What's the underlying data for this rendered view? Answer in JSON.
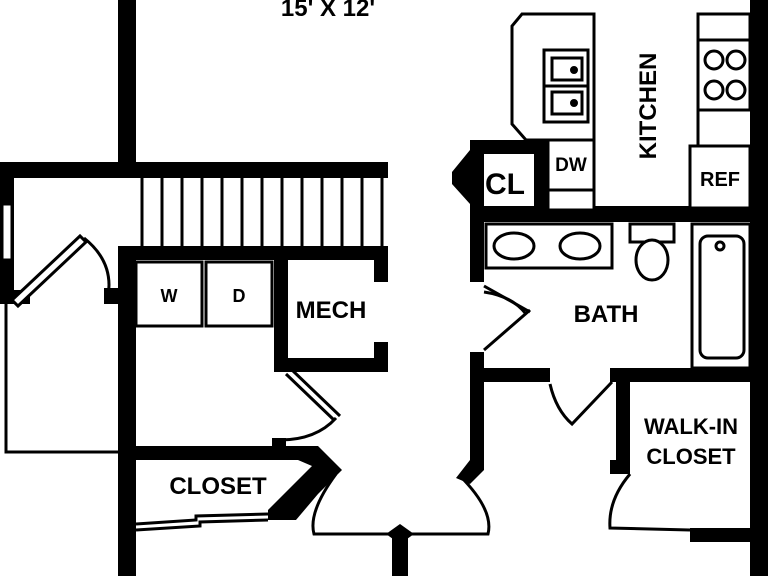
{
  "labels": {
    "room_dimension": "15' X 12'",
    "kitchen": "KITCHEN",
    "dishwasher": "DW",
    "refrigerator": "REF",
    "closet_small": "CL",
    "washer": "W",
    "dryer": "D",
    "mech": "MECH",
    "bath": "BATH",
    "walkin_line1": "WALK-IN",
    "walkin_line2": "CLOSET",
    "closet": "CLOSET"
  },
  "colors": {
    "wall": "#000000",
    "background": "#ffffff"
  }
}
